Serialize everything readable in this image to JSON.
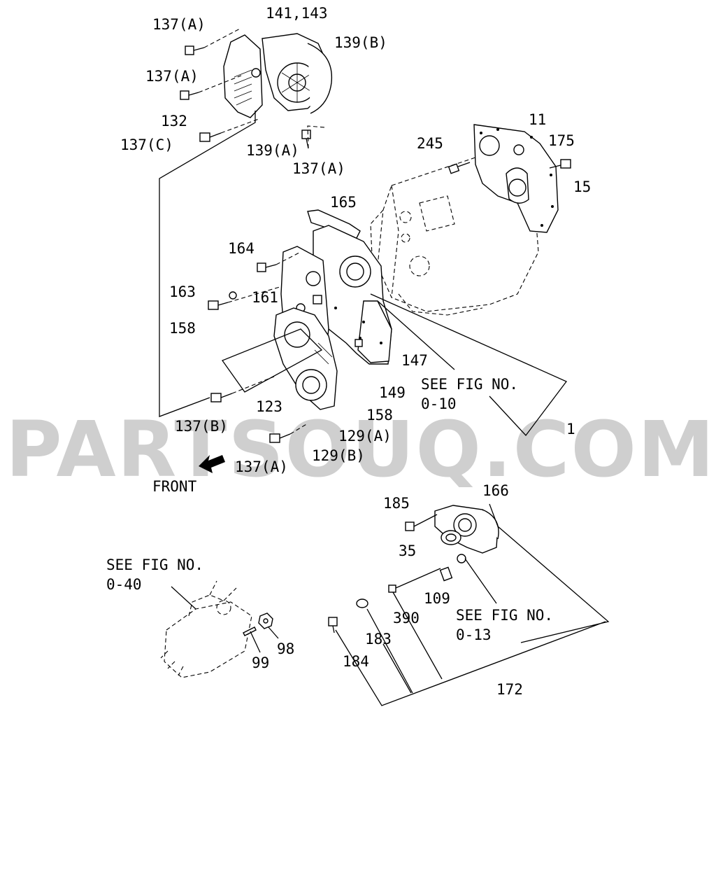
{
  "watermark": "PARTSOUQ.COM",
  "front_label": "FRONT",
  "callouts": {
    "c137a_top": "137(A)",
    "c141_143": "141,143",
    "c139b": "139(B)",
    "c137a_mid": "137(A)",
    "c132": "132",
    "c137c": "137(C)",
    "c139a": "139(A)",
    "c137a_r": "137(A)",
    "c11": "11",
    "c245": "245",
    "c175": "175",
    "c15": "15",
    "c165": "165",
    "c164": "164",
    "c163": "163",
    "c161": "161",
    "c158_l": "158",
    "c147": "147",
    "c149": "149",
    "c158_b": "158",
    "c123": "123",
    "c137b": "137(B)",
    "c129a": "129(A)",
    "c129b": "129(B)",
    "c137a_bot": "137(A)",
    "c1": "1",
    "c185": "185",
    "c166": "166",
    "c35": "35",
    "c109": "109",
    "c390": "390",
    "c183": "183",
    "c184": "184",
    "c172": "172",
    "c99": "99",
    "c98": "98"
  },
  "see_refs": {
    "fig_0_10_l1": "SEE FIG NO.",
    "fig_0_10_l2": "0-10",
    "fig_0_40_l1": "SEE FIG NO.",
    "fig_0_40_l2": "0-40",
    "fig_0_13_l1": "SEE FIG NO.",
    "fig_0_13_l2": "0-13"
  }
}
